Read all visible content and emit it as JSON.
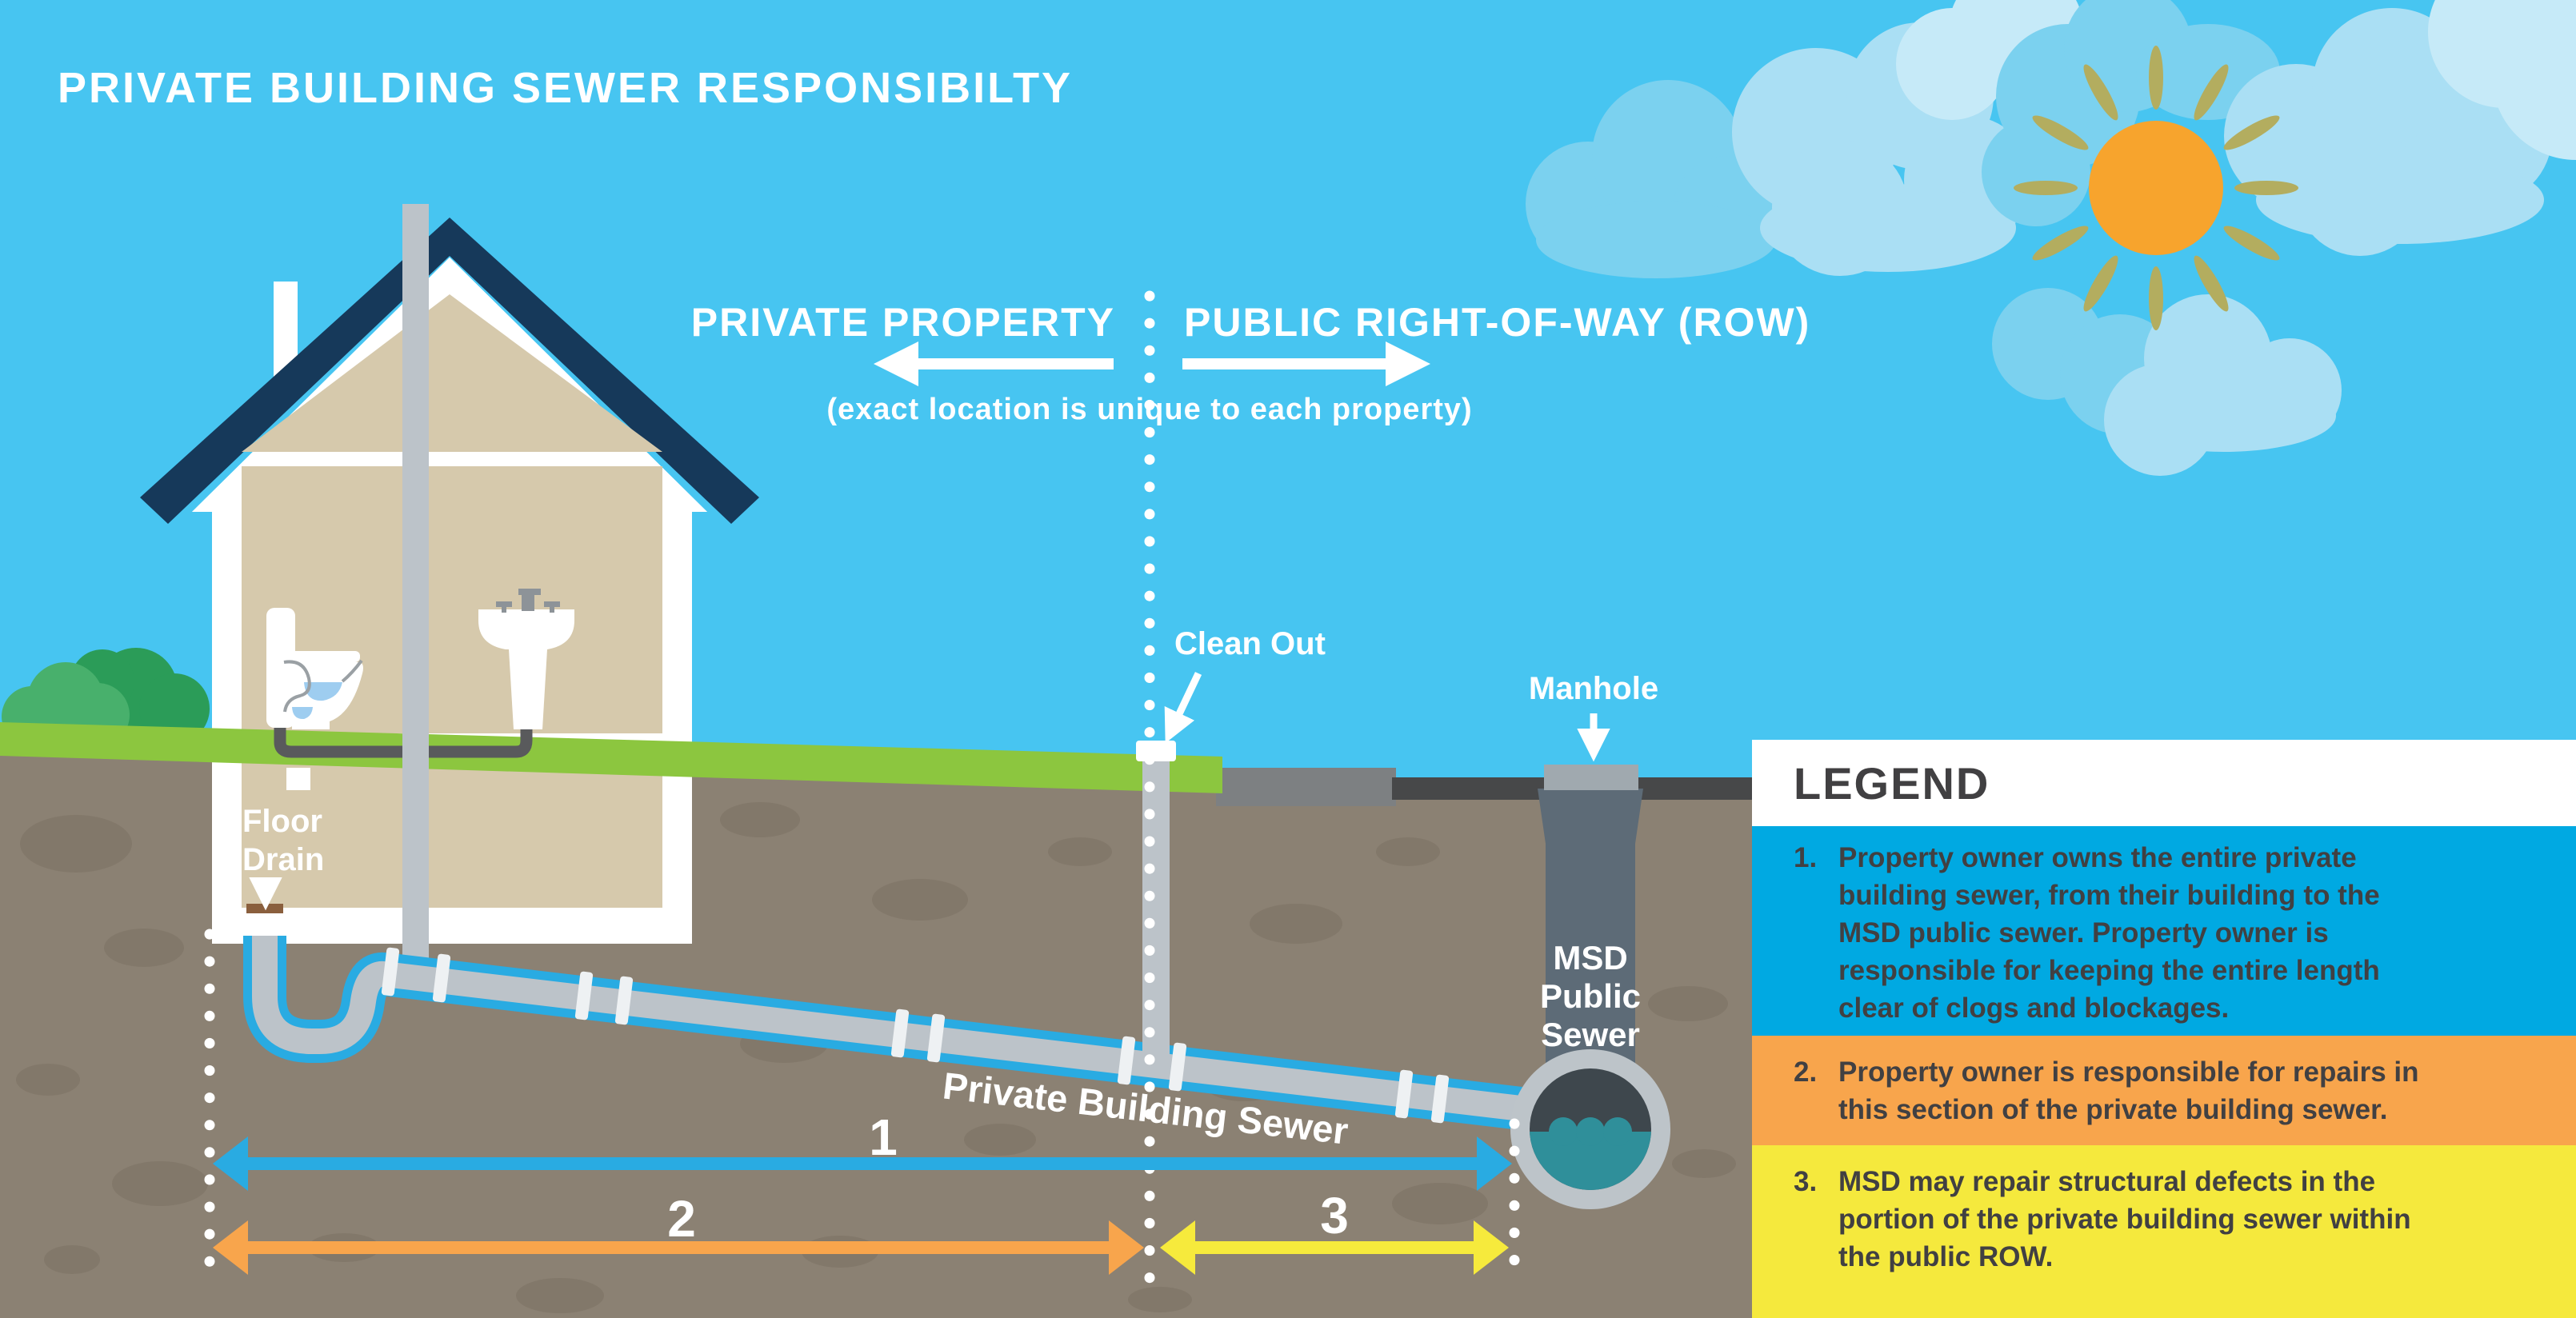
{
  "title": "PRIVATE BUILDING SEWER RESPONSIBILTY",
  "zones": {
    "private_label": "PRIVATE PROPERTY",
    "public_label": "PUBLIC RIGHT-OF-WAY (ROW)",
    "note": "(exact location is unique to each property)"
  },
  "callouts": {
    "clean_out": "Clean Out",
    "manhole": "Manhole",
    "floor_drain": [
      "Floor",
      "Drain"
    ],
    "pipe_label": "Private Building Sewer",
    "msd_sewer": [
      "MSD",
      "Public",
      "Sewer"
    ]
  },
  "markers": {
    "one": "1",
    "two": "2",
    "three": "3"
  },
  "legend": {
    "heading": "LEGEND",
    "items": [
      {
        "num": "1.",
        "text": "Property owner owns the entire private\nbuilding sewer, from their building to the\nMSD public sewer. Property owner is\nresponsible for keeping the entire length\nclear of clogs and blockages.",
        "bg": "#00a9e2"
      },
      {
        "num": "2.",
        "text": "Property owner is responsible for repairs in\nthis section of the private building sewer.",
        "bg": "#f8a54c"
      },
      {
        "num": "3.",
        "text": "MSD may repair structural defects in the\nportion of the private building sewer within\nthe public ROW.",
        "bg": "#f5e93d"
      }
    ]
  },
  "colors": {
    "sky": "#47c5f1",
    "grass": "#8cc63f",
    "dirt": "#8b8173",
    "roof_navy": "#16395a",
    "house_tan": "#d6c9ac",
    "pipe_gray": "#bcc3c9",
    "pipe_border_blue": "#29abe2",
    "arrow_blue": "#29abe2",
    "arrow_orange": "#f8a54c",
    "arrow_yellow": "#f6ea3c",
    "legend_blue": "#00a9e2",
    "legend_orange": "#f8a54c",
    "legend_yellow": "#f5e93d",
    "legend_text": "#414042",
    "sun": "#f7a42d",
    "manhole_shaft": "#5d6b77",
    "sewer_water_teal": "#2f8f9a"
  }
}
